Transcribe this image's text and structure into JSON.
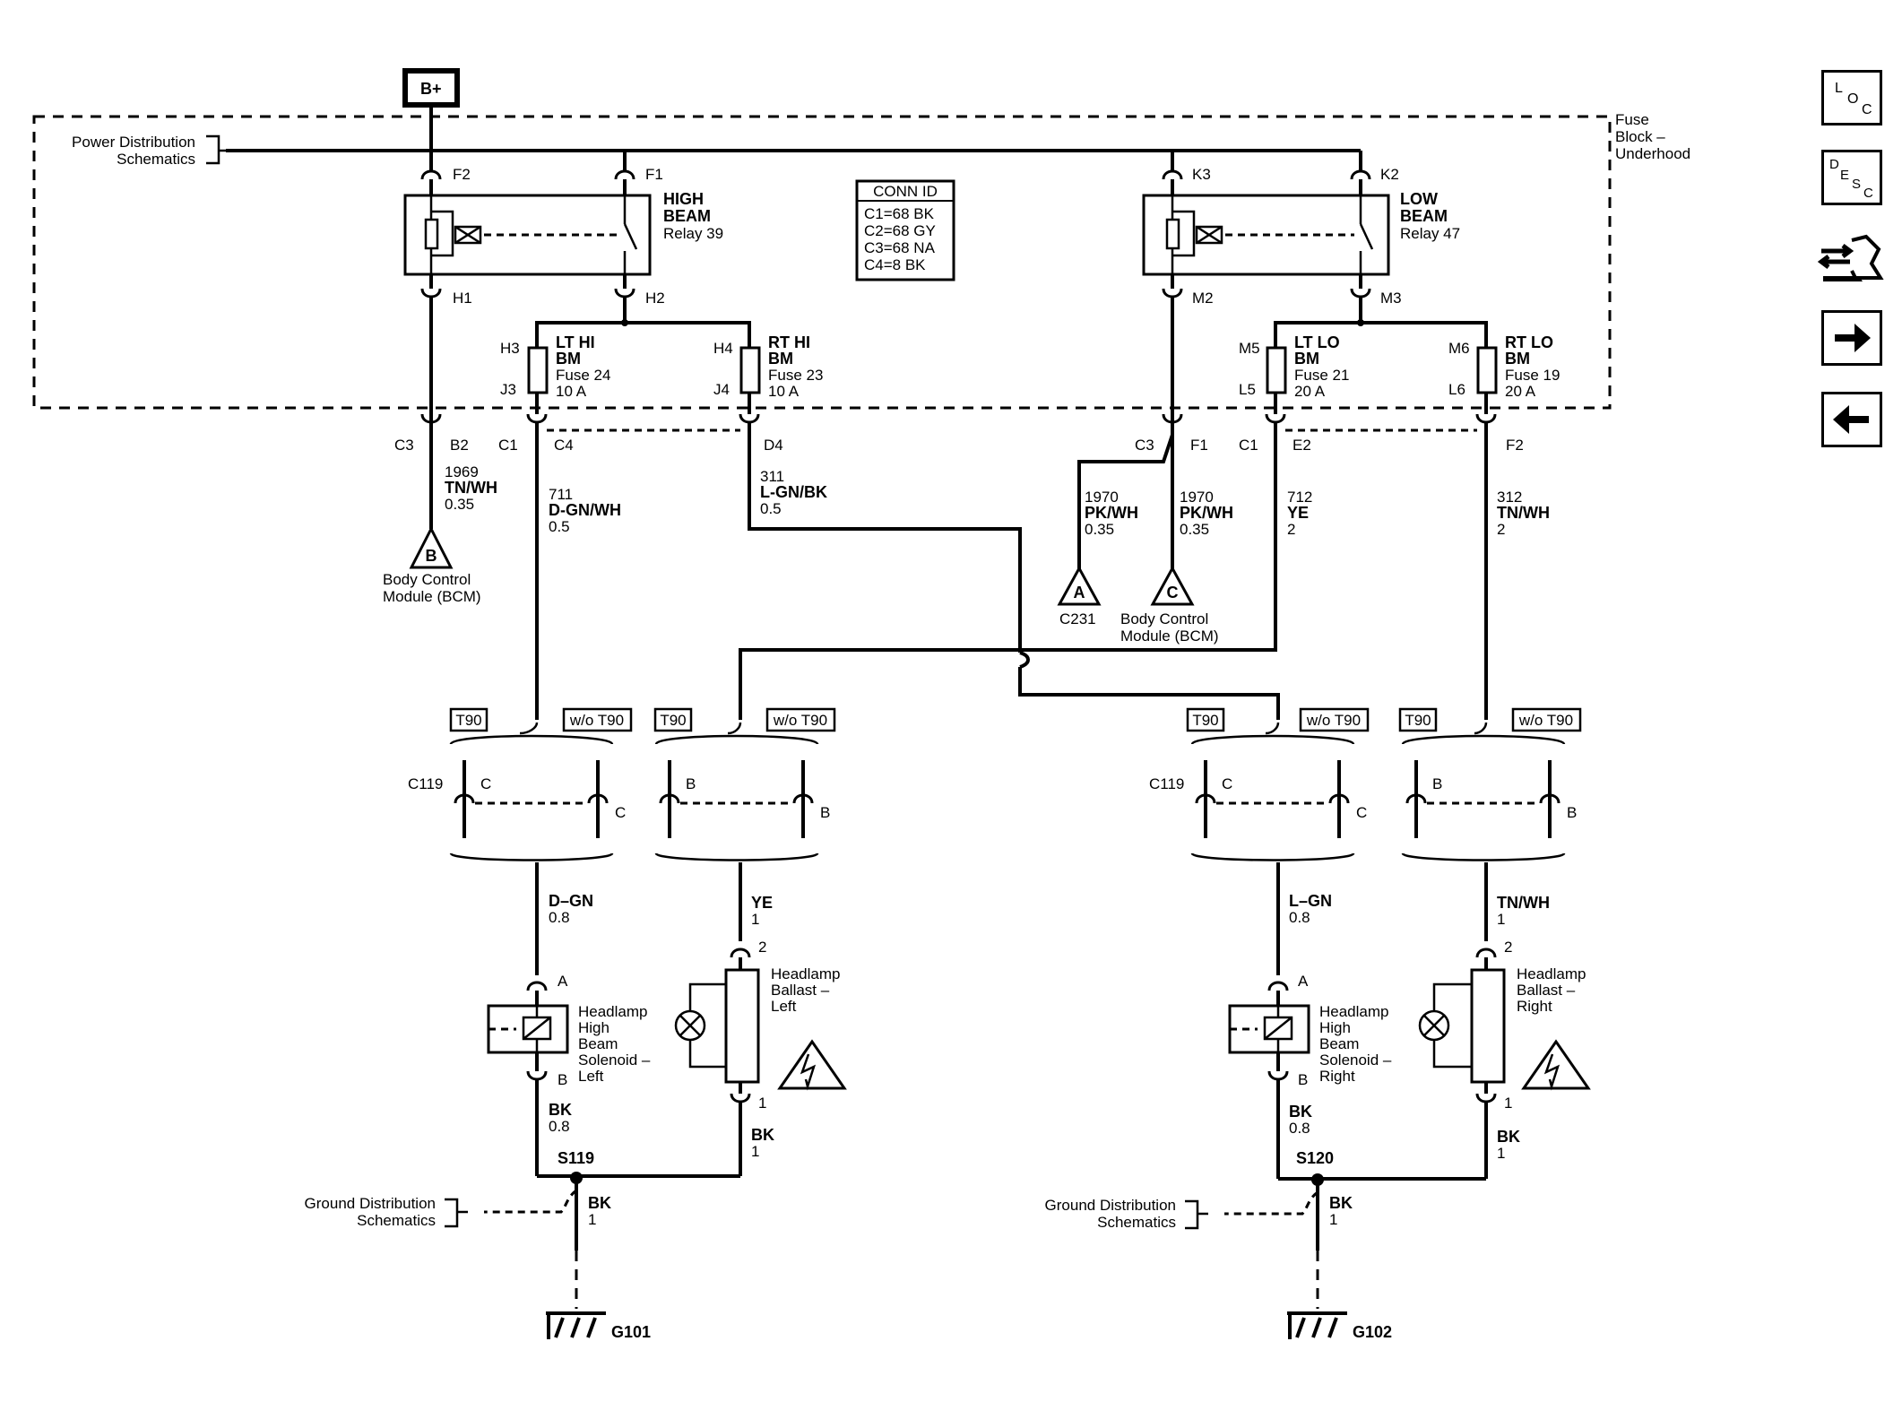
{
  "power": {
    "bplus": "B+",
    "source": "Power Distribution",
    "source2": "Schematics"
  },
  "fuse_block": {
    "l1": "Fuse",
    "l2": "Block –",
    "l3": "Underhood"
  },
  "conn_id": {
    "title": "CONN ID",
    "rows": [
      "C1=68 BK",
      "C2=68 GY",
      "C3=68 NA",
      "C4=8 BK"
    ]
  },
  "relays": {
    "high": {
      "l1": "HIGH",
      "l2": "BEAM",
      "l3": "Relay 39",
      "in1": "F2",
      "in2": "F1",
      "out1": "H1",
      "out2": "H2"
    },
    "low": {
      "l1": "LOW",
      "l2": "BEAM",
      "l3": "Relay 47",
      "in1": "K3",
      "in2": "K2",
      "out1": "M2",
      "out2": "M3"
    }
  },
  "fuses": [
    {
      "top": "H3",
      "bot": "J3",
      "l1": "LT HI",
      "l2": "BM",
      "l3": "Fuse 24",
      "l4": "10 A"
    },
    {
      "top": "H4",
      "bot": "J4",
      "l1": "RT HI",
      "l2": "BM",
      "l3": "Fuse 23",
      "l4": "10 A"
    },
    {
      "top": "M5",
      "bot": "L5",
      "l1": "LT LO",
      "l2": "BM",
      "l3": "Fuse 21",
      "l4": "20 A"
    },
    {
      "top": "M6",
      "bot": "L6",
      "l1": "RT LO",
      "l2": "BM",
      "l3": "Fuse 19",
      "l4": "20 A"
    }
  ],
  "pins": {
    "c3": "C3",
    "b2": "B2",
    "c1": "C1",
    "c4": "C4",
    "d4": "D4",
    "c3b": "C3",
    "f1": "F1",
    "c1b": "C1",
    "e2": "E2",
    "f2": "F2"
  },
  "wires": {
    "w1969": {
      "c": "1969",
      "col": "TN/WH",
      "g": "0.35"
    },
    "w711": {
      "c": "711",
      "col": "D-GN/WH",
      "g": "0.5"
    },
    "w311": {
      "c": "311",
      "col": "L-GN/BK",
      "g": "0.5"
    },
    "w1970a": {
      "c": "1970",
      "col": "PK/WH",
      "g": "0.35"
    },
    "w1970b": {
      "c": "1970",
      "col": "PK/WH",
      "g": "0.35"
    },
    "w712": {
      "c": "712",
      "col": "YE",
      "g": "2"
    },
    "w312": {
      "c": "312",
      "col": "TN/WH",
      "g": "2"
    },
    "dgn": {
      "col": "D–GN",
      "g": "0.8"
    },
    "ye": {
      "col": "YE",
      "g": "1"
    },
    "lgn": {
      "col": "L–GN",
      "g": "0.8"
    },
    "tnwh": {
      "col": "TN/WH",
      "g": "1"
    },
    "bkl1": {
      "col": "BK",
      "g": "0.8"
    },
    "bkl2": {
      "col": "BK",
      "g": "1"
    },
    "bkr1": {
      "col": "BK",
      "g": "0.8"
    },
    "bkr2": {
      "col": "BK",
      "g": "1"
    },
    "bkg1": {
      "col": "BK",
      "g": "1"
    },
    "bkg2": {
      "col": "BK",
      "g": "1"
    }
  },
  "refs": {
    "b": {
      "letter": "B",
      "l1": "Body Control",
      "l2": "Module (BCM)"
    },
    "a": {
      "letter": "A",
      "l1": "C231"
    },
    "c": {
      "letter": "C",
      "l1": "Body Control",
      "l2": "Module (BCM)"
    }
  },
  "options": {
    "t90": "T90",
    "wo": "w/o T90"
  },
  "c119": {
    "name": "C119",
    "pin_c": "C",
    "pin_b": "B"
  },
  "components": {
    "sol_l": {
      "l1": "Headlamp",
      "l2": "High",
      "l3": "Beam",
      "l4": "Solenoid –",
      "l5": "Left",
      "pa": "A",
      "pb": "B"
    },
    "sol_r": {
      "l1": "Headlamp",
      "l2": "High",
      "l3": "Beam",
      "l4": "Solenoid –",
      "l5": "Right",
      "pa": "A",
      "pb": "B"
    },
    "bal_l": {
      "l1": "Headlamp",
      "l2": "Ballast –",
      "l3": "Left",
      "p2": "2",
      "p1": "1"
    },
    "bal_r": {
      "l1": "Headlamp",
      "l2": "Ballast –",
      "l3": "Right",
      "p2": "2",
      "p1": "1"
    }
  },
  "splices": {
    "s119": "S119",
    "s120": "S120"
  },
  "ground": {
    "l1": "Ground Distribution",
    "l2": "Schematics",
    "g101": "G101",
    "g102": "G102"
  },
  "nav": [
    "loc-button",
    "desc-button",
    "connector-button",
    "next-button",
    "back-button"
  ]
}
